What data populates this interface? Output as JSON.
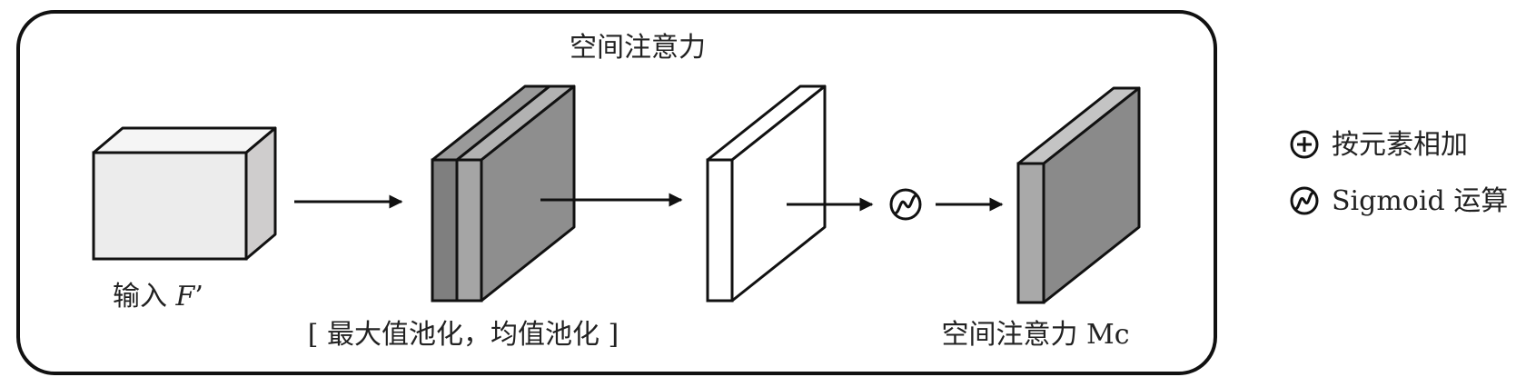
{
  "title": "空间注意力",
  "input": {
    "label_prefix": "输入 ",
    "label_var": "F",
    "label_suffix": "’"
  },
  "pooling_label": "[ 最大值池化，均值池化 ]",
  "output_label": "空间注意力 Mc",
  "legend": {
    "add": {
      "icon": "plus-circle-icon",
      "label": "按元素相加"
    },
    "sigmoid": {
      "icon": "sigmoid-circle-icon",
      "label": "Sigmoid 运算"
    }
  },
  "colors": {
    "outline": "#111111",
    "input_front": "#ececec",
    "input_top": "#f5f5f5",
    "input_side": "#cfcdcd",
    "pool_front_dark": "#7f7f7f",
    "pool_front_light": "#a5a5a5",
    "pool_top": "#b2b2b2",
    "pool_side": "#8e8e8e",
    "conv_face": "#ffffff",
    "out_front": "#a9a9a9",
    "out_top": "#c4c4c4",
    "out_side": "#8a8a8a"
  }
}
